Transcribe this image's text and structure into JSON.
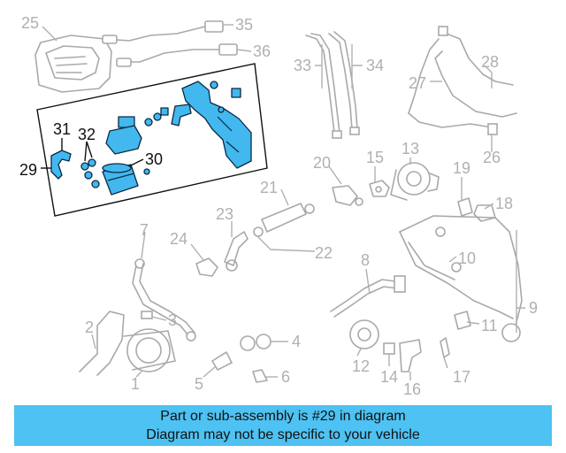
{
  "callouts": [
    "1",
    "2",
    "3",
    "4",
    "5",
    "6",
    "7",
    "8",
    "9",
    "10",
    "11",
    "12",
    "13",
    "14",
    "15",
    "16",
    "17",
    "18",
    "19",
    "20",
    "21",
    "22",
    "23",
    "24",
    "25",
    "26",
    "27",
    "28",
    "29",
    "30",
    "31",
    "32",
    "33",
    "34",
    "35",
    "36"
  ],
  "selected_part": "29",
  "colors": {
    "highlight": "#42b8ee",
    "banner": "#4ec2f2",
    "gray_art": "#a9a9a9"
  },
  "banner": {
    "line1": "Part or sub-assembly is #29 in diagram",
    "line2": "Diagram may not be specific to your vehicle"
  }
}
